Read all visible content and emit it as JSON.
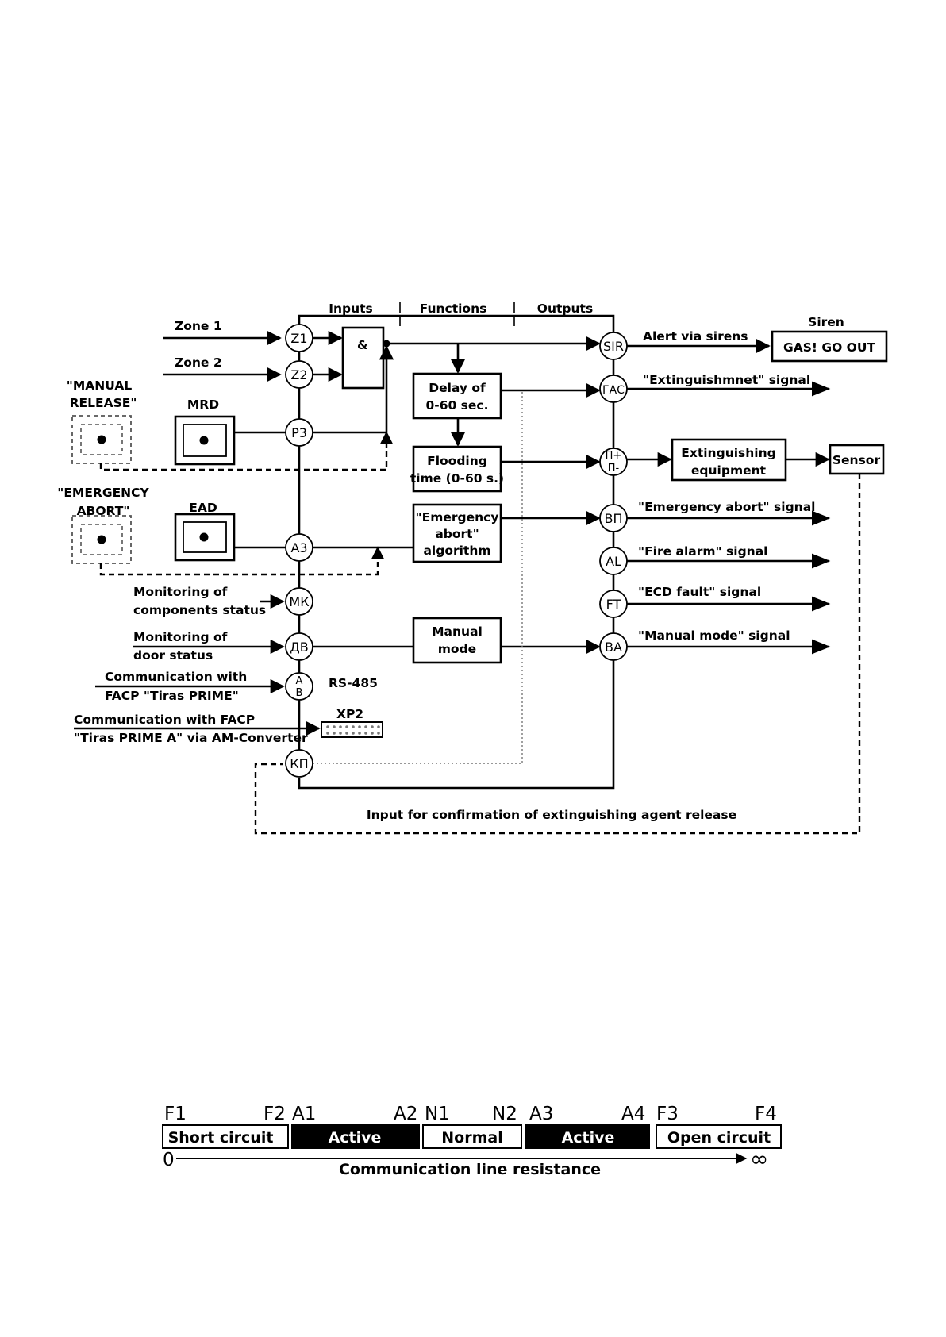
{
  "diagram": {
    "headers": {
      "inputs": "Inputs",
      "functions": "Functions",
      "outputs": "Outputs"
    },
    "inputs": {
      "zone1": "Zone 1",
      "zone2": "Zone 2",
      "manual_release": [
        "\"MANUAL",
        "RELEASE\""
      ],
      "mrd": "MRD",
      "emergency_abort": [
        "\"EMERGENCY",
        "ABORT\""
      ],
      "ead": "EAD",
      "monitoring_components": [
        "Monitoring of",
        "components status"
      ],
      "monitoring_door": [
        "Monitoring of",
        "door status"
      ],
      "comm_tiras_prime": [
        "Communication with",
        "FACP \"Tiras PRIME\""
      ],
      "comm_tiras_prime_a": [
        "Communication with FACP",
        "\"Tiras PRIME A\" via AM-Converter"
      ],
      "rs485": "RS-485",
      "xp2": "XP2"
    },
    "nodes": {
      "z1": "Z1",
      "z2": "Z2",
      "p3": "Р3",
      "a3": "А3",
      "mk": "МК",
      "dv": "ДВ",
      "a": "А",
      "b": "В",
      "kp": "КП",
      "sir": "SIR",
      "gas": "ГАС",
      "p_plus": "П+",
      "p_minus": "П-",
      "vp": "ВП",
      "al": "AL",
      "ft": "FT",
      "va": "ВА"
    },
    "functions": {
      "and_gate": "&",
      "delay": [
        "Delay of",
        "0-60 sec."
      ],
      "flooding": [
        "Flooding",
        "time (0-60 s.)"
      ],
      "emergency_algorithm": [
        "\"Emergency",
        "abort\"",
        "algorithm"
      ],
      "manual_mode": [
        "Manual",
        "mode"
      ]
    },
    "outputs": {
      "alert_sirens": "Alert via sirens",
      "siren_title": "Siren",
      "siren_box": "GAS! GO OUT",
      "extinguishment_signal": "\"Extinguishmnet\" signal",
      "extinguishing_equipment": [
        "Extinguishing",
        "equipment"
      ],
      "sensor": "Sensor",
      "emergency_abort_signal": "\"Emergency abort\" signal",
      "fire_alarm_signal": "\"Fire alarm\" signal",
      "ecd_fault_signal": "\"ECD fault\" signal",
      "manual_mode_signal": "\"Manual mode\" signal"
    },
    "confirmation_input": "Input for confirmation of extinguishing agent release"
  },
  "resistance_scale": {
    "markers": [
      "F1",
      "F2",
      "A1",
      "A2",
      "N1",
      "N2",
      "A3",
      "A4",
      "F3",
      "F4"
    ],
    "segments": [
      {
        "label": "Short circuit",
        "style": "outline"
      },
      {
        "label": "Active",
        "style": "filled"
      },
      {
        "label": "Normal",
        "style": "outline"
      },
      {
        "label": "Active",
        "style": "filled"
      },
      {
        "label": "Open circuit",
        "style": "outline"
      }
    ],
    "axis_start": "0",
    "axis_end": "∞",
    "axis_label": "Communication line resistance"
  }
}
